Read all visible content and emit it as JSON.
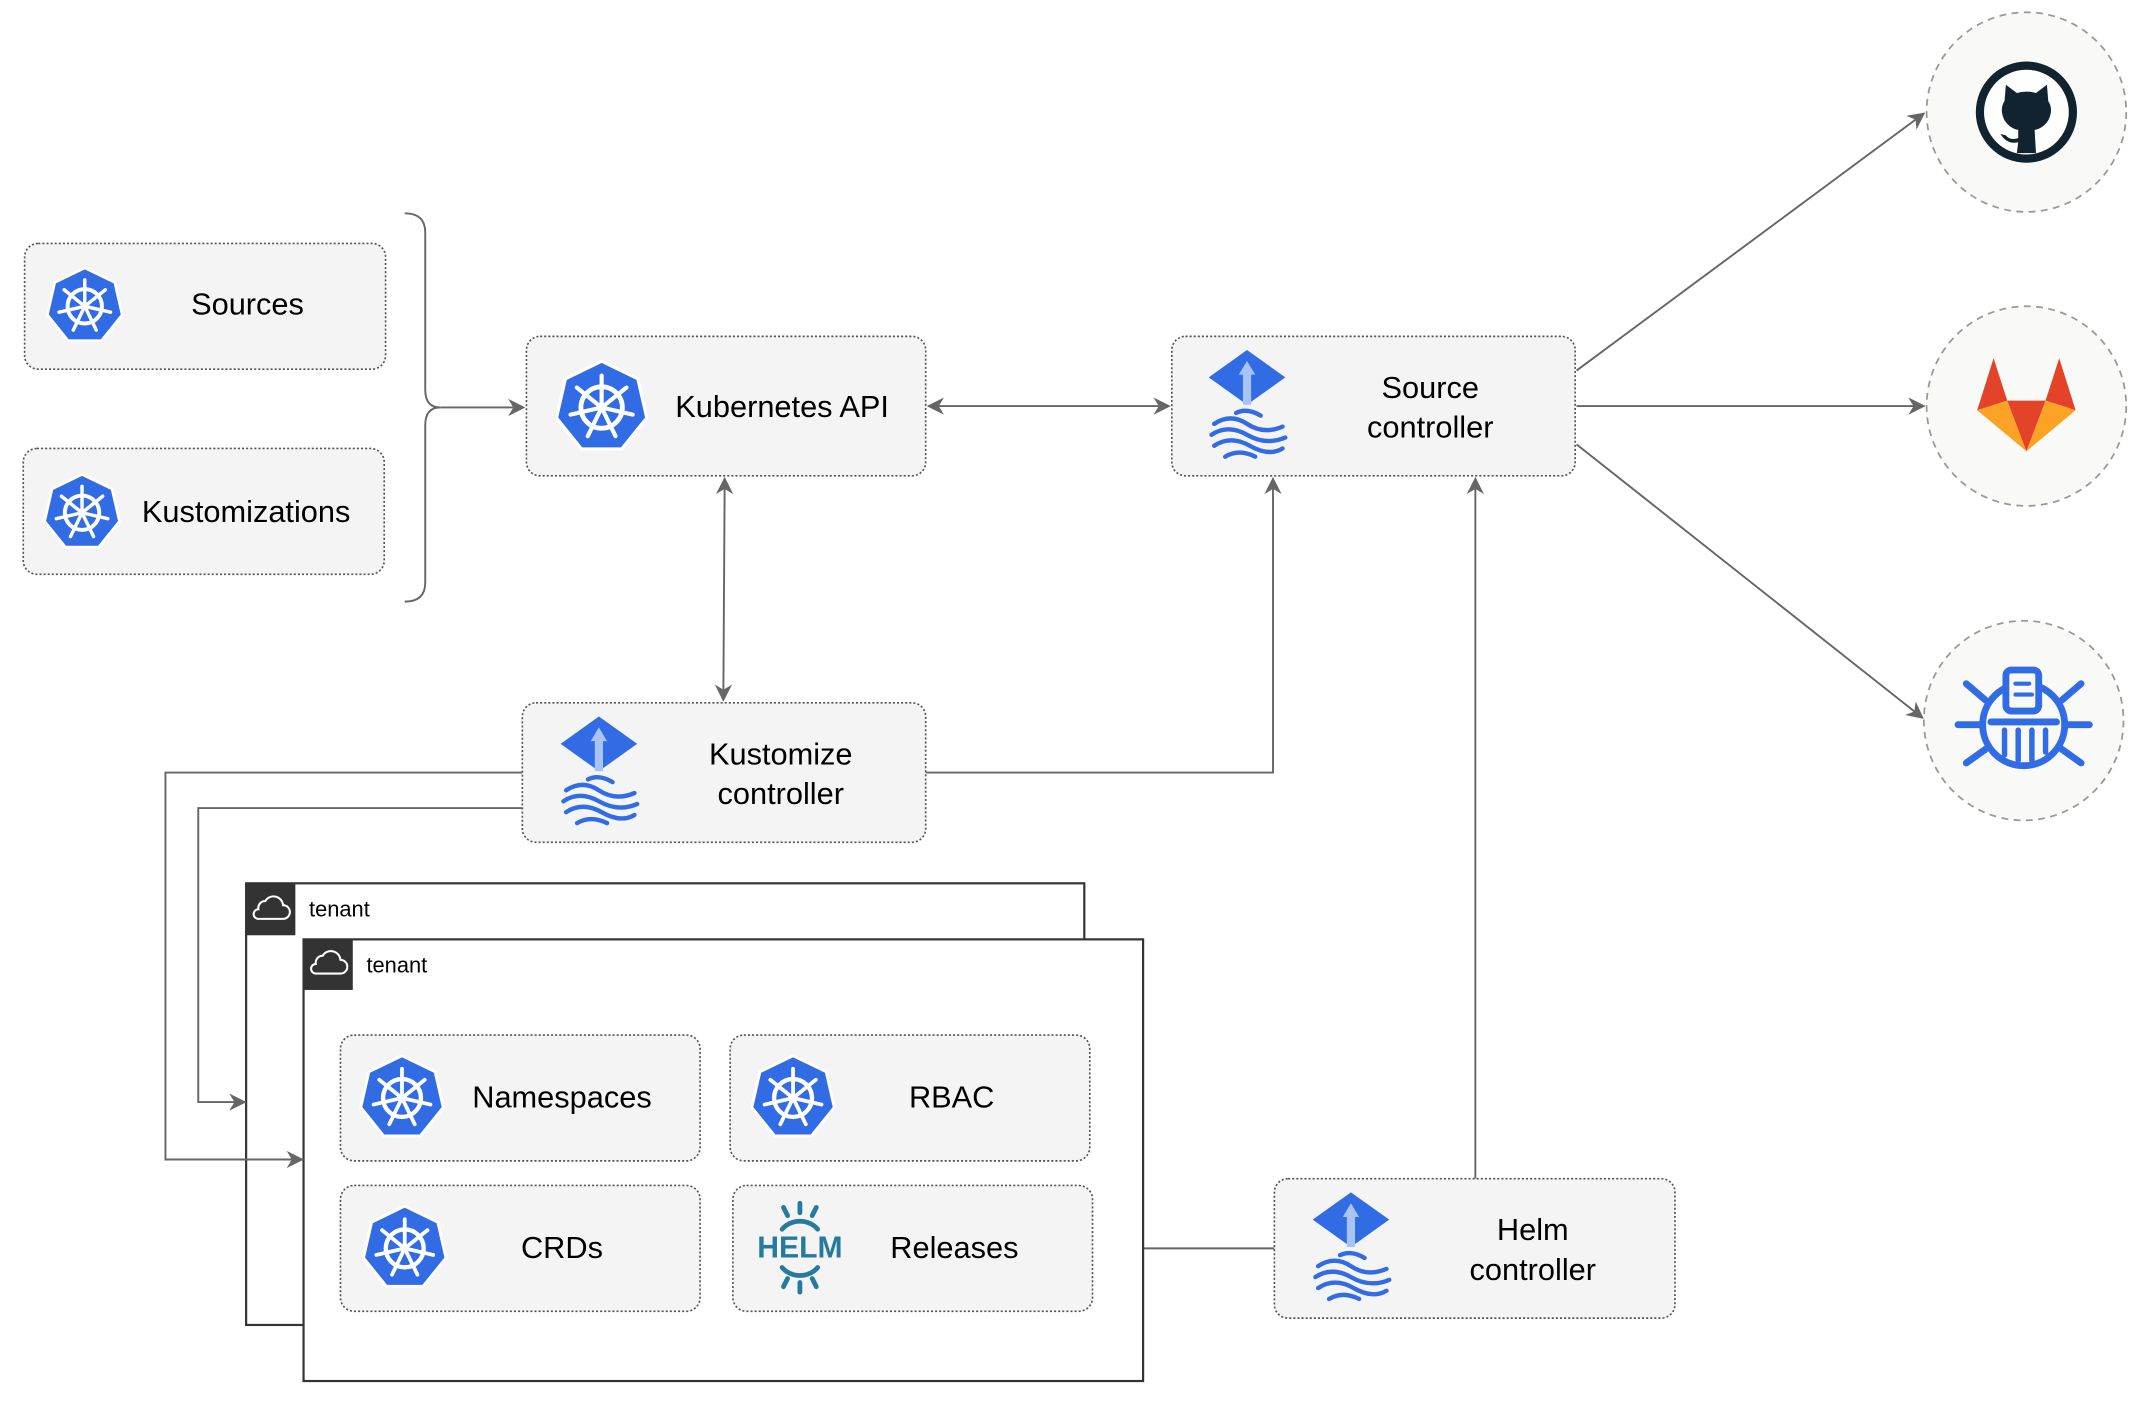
{
  "nodes": {
    "sources": "Sources",
    "kustomizations": "Kustomizations",
    "kubernetes_api": "Kubernetes API",
    "source_controller": [
      "Source",
      "controller"
    ],
    "kustomize_controller": [
      "Kustomize",
      "controller"
    ],
    "helm_controller": [
      "Helm",
      "controller"
    ],
    "namespaces": "Namespaces",
    "rbac": "RBAC",
    "crds": "CRDs",
    "releases": "Releases"
  },
  "tenants": [
    "tenant",
    "tenant"
  ],
  "logos": {
    "helm": "HELM"
  },
  "external_sources": [
    {
      "name": "github",
      "icon": "github-icon"
    },
    {
      "name": "gitlab",
      "icon": "gitlab-icon"
    },
    {
      "name": "bucket",
      "icon": "bucket-icon"
    }
  ],
  "colors": {
    "kubernetes": "#326ce5",
    "helm": "#277a9f",
    "gitlab_orange": "#e24329",
    "github": "#11232f",
    "edge": "#666666"
  }
}
